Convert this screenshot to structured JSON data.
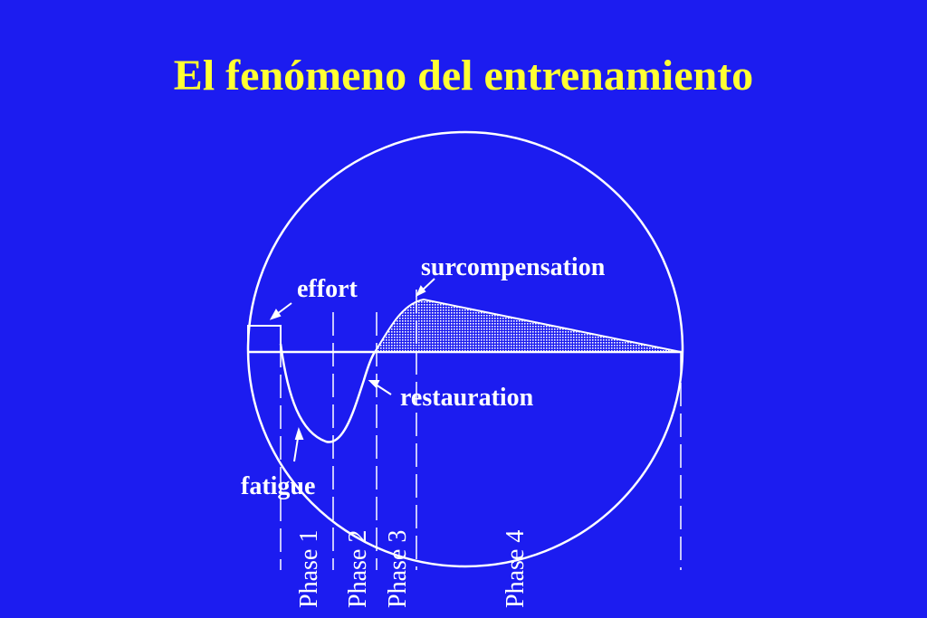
{
  "title": "El fenómeno del entrenamiento",
  "labels": {
    "effort": "effort",
    "surcompensation": "surcompensation",
    "restauration": "restauration",
    "fatigue": "fatigue"
  },
  "phases": [
    "Phase 1",
    "Phase 2",
    "Phase 3",
    "Phase 4"
  ],
  "colors": {
    "background": "#1c1cf0",
    "title": "#ffff33",
    "lines": "#ffffff"
  }
}
